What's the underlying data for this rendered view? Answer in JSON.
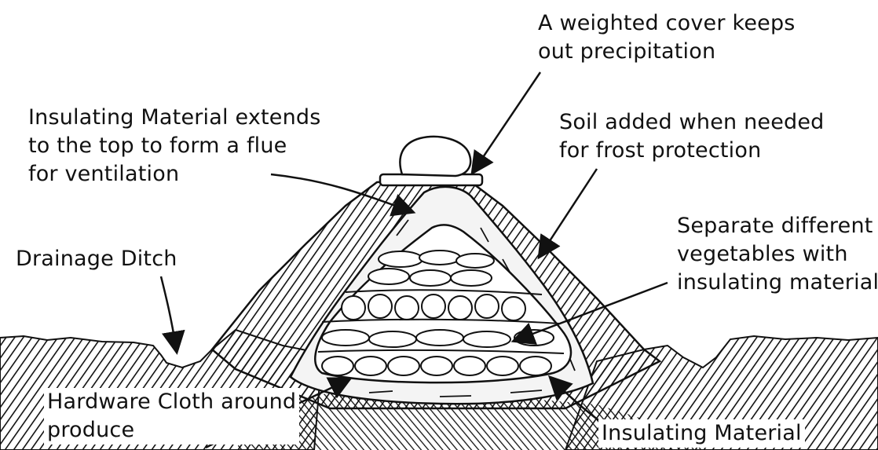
{
  "labels": {
    "weighted_cover": [
      "A weighted cover keeps",
      "out precipitation"
    ],
    "insulating_flue": [
      "Insulating Material extends",
      "to the top to form a flue",
      "for ventilation"
    ],
    "soil_added": [
      "Soil added when needed",
      "for frost protection"
    ],
    "separate_vegetables": [
      "Separate different",
      "vegetables with",
      "insulating material"
    ],
    "drainage_ditch": [
      "Drainage Ditch"
    ],
    "hardware_cloth": [
      "Hardware Cloth around",
      "produce"
    ],
    "insulating_material": [
      "Insulating Material"
    ]
  },
  "colors": {
    "ink": "#111111",
    "paper": "#ffffff",
    "insulation": "#f4f4f4"
  }
}
